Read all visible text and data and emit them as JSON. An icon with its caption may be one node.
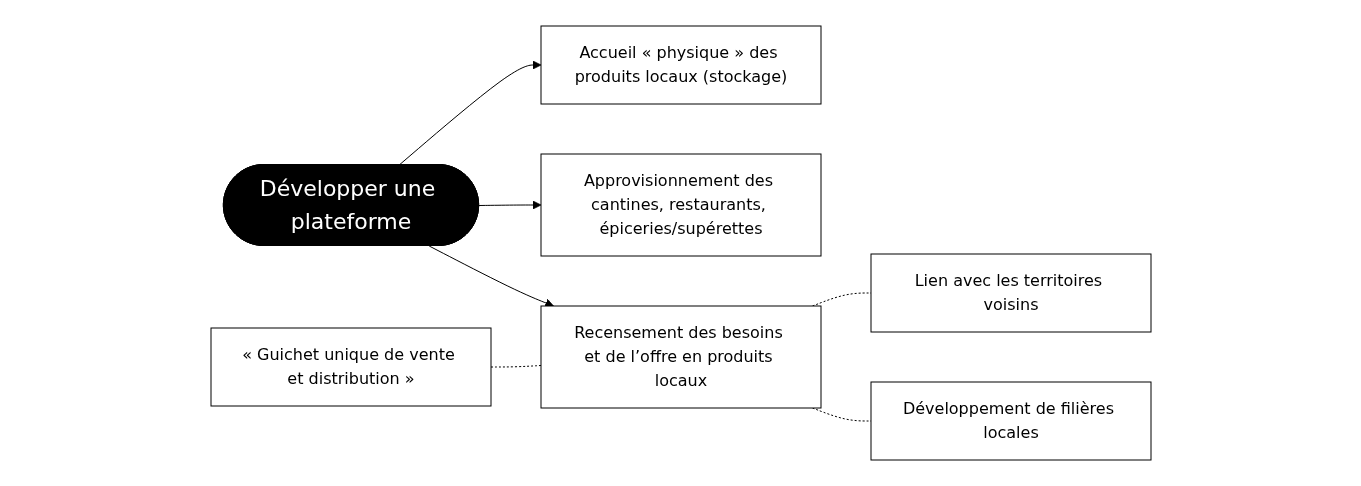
{
  "diagram": {
    "nodes": [
      {
        "text": [
          "Développer une plateforme"
        ]
      },
      {
        "text": [
          "Accueil « physique » des produits locaux (stockage)"
        ]
      },
      {
        "text": [
          "Approvisionnement des cantines, restaurants, épiceries/supérettes"
        ]
      },
      {
        "text": [
          "« Guichet unique de vente et distribution »"
        ]
      },
      {
        "text": [
          "Recensement des besoins et de l’offre en produits locaux"
        ]
      },
      {
        "text": [
          "Lien avec les territoires voisins"
        ]
      },
      {
        "text": [
          "Développement de filières locales"
        ]
      }
    ],
    "edges": [
      {
        "from": 0,
        "to": 1,
        "arrow": "to"
      },
      {
        "from": 0,
        "to": 2,
        "arrow": "to"
      },
      {
        "from": 0,
        "to": 4,
        "arrow": "to"
      },
      {
        "from": 3,
        "to": 4,
        "arrow": "none",
        "style": "dashed"
      },
      {
        "from": 4,
        "to": 5,
        "arrow": "none",
        "style": "dashed"
      },
      {
        "from": 4,
        "to": 6,
        "arrow": "none",
        "style": "dashed"
      }
    ]
  }
}
